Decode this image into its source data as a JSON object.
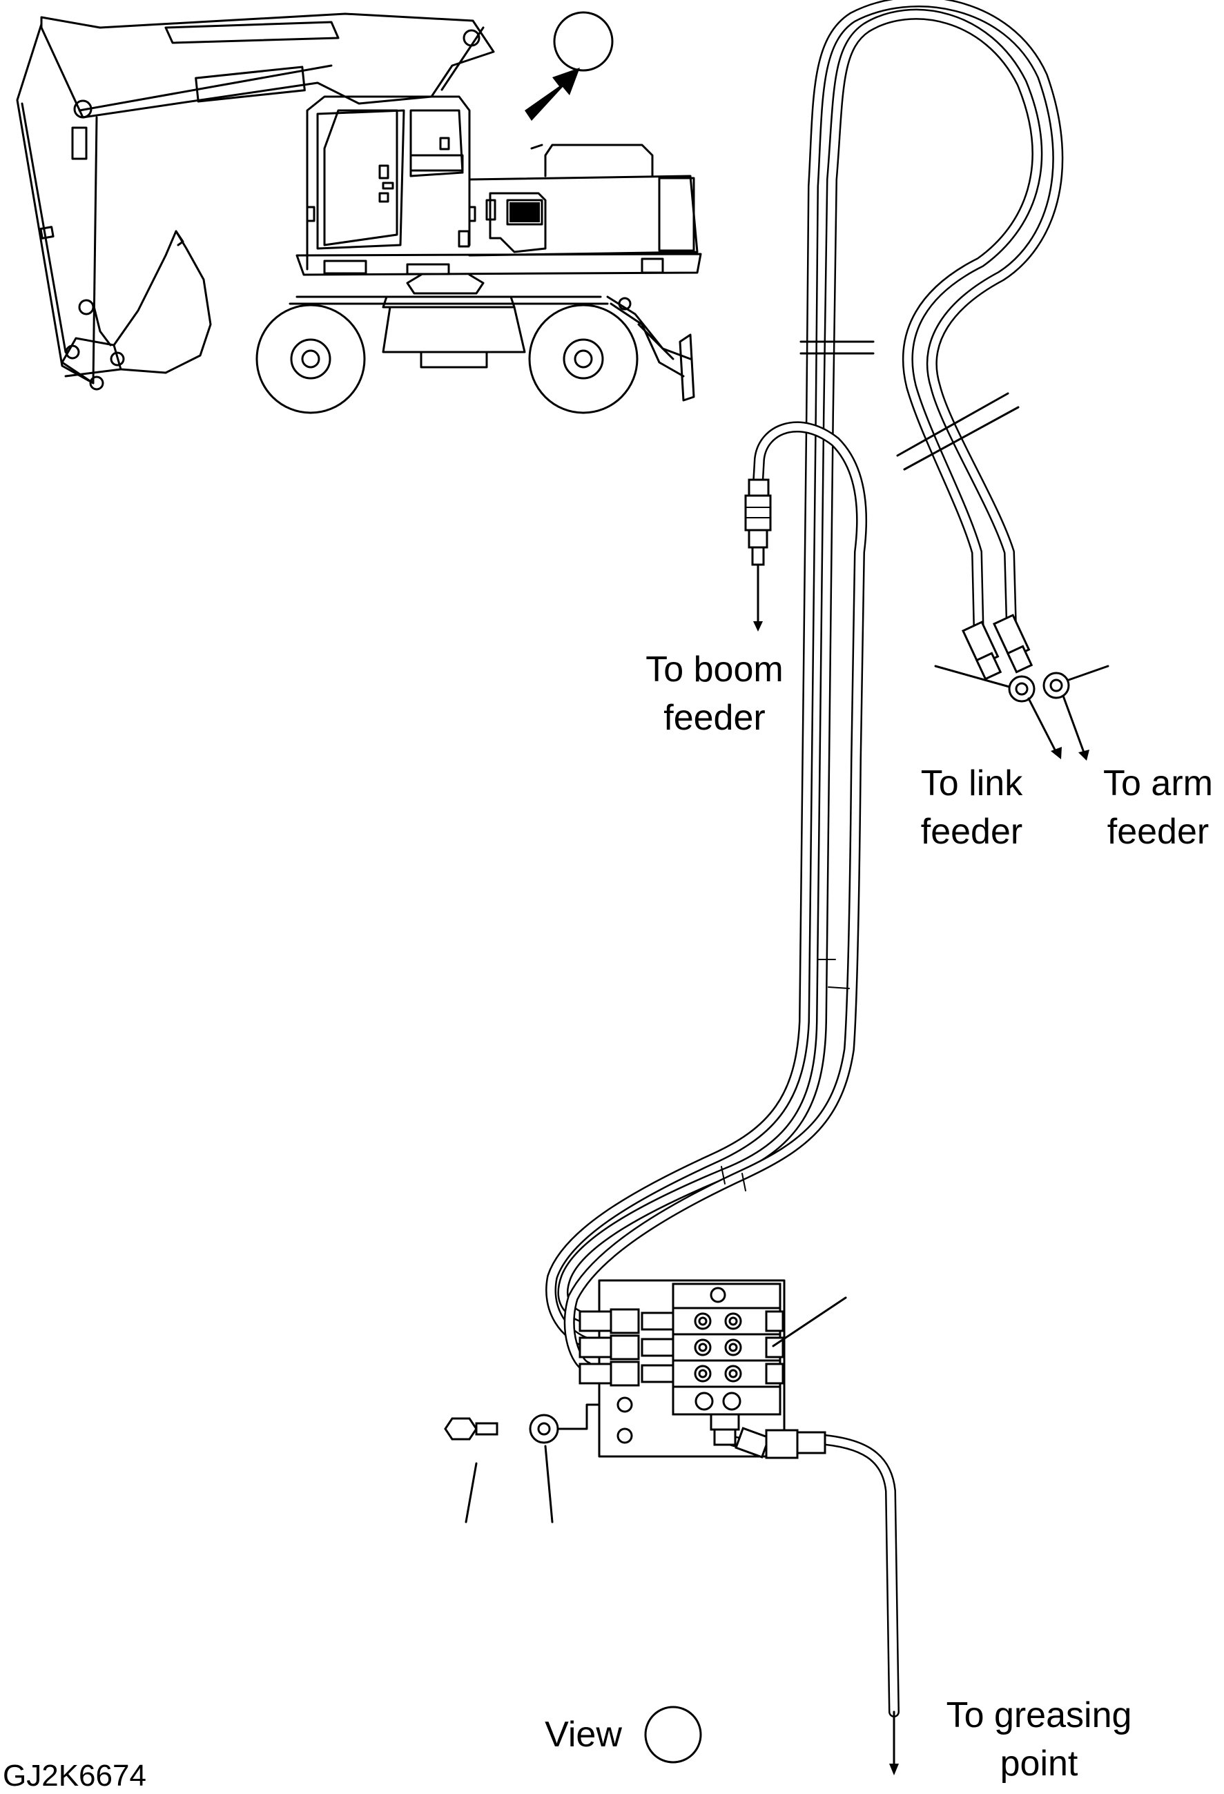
{
  "drawing_code": "GJ2K6674",
  "view_label": "View",
  "labels": {
    "boom": [
      "To boom",
      "feeder"
    ],
    "link": [
      "To link",
      "feeder"
    ],
    "arm": [
      "To arm",
      "feeder"
    ],
    "greasing": [
      "To greasing",
      "point"
    ]
  }
}
